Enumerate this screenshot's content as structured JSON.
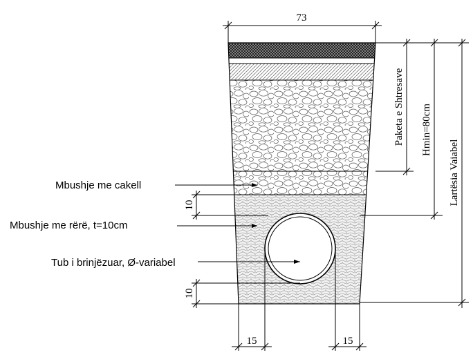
{
  "labels": {
    "gravel_fill": "Mbushje me cakell",
    "sand_fill": "Mbushje me rërë, t=10cm",
    "pipe": "Tub i brinjëzuar, Ø-variabel"
  },
  "dimensions": {
    "top_width": "73",
    "layers_package": "Paketa e Shtresave",
    "hmin": "Hmin=80cm",
    "total_height": "Lartësia Vaiabel",
    "sand_top": "10",
    "sand_bottom": "10",
    "left_clearance": "15",
    "right_clearance": "15"
  },
  "colors": {
    "line": "#000000",
    "asphalt": "#2b2b2b",
    "base_hatch": "#6a6a6a",
    "stone": "#555555",
    "sand": "#7a7a7a"
  }
}
